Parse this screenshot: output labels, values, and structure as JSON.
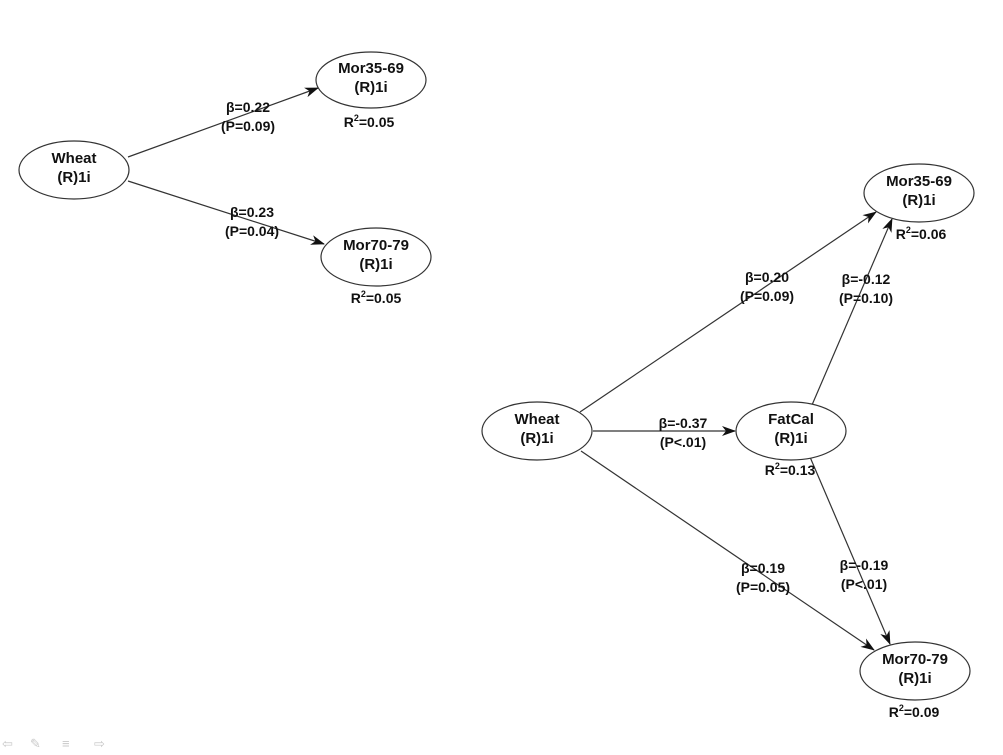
{
  "diagram_a": {
    "nodes": {
      "wheat": {
        "name": "Wheat",
        "code": "(R)1i"
      },
      "mor35": {
        "name": "Mor35-69",
        "code": "(R)1i",
        "r2_label": "R",
        "r2_sup": "2",
        "r2_value": "=0.05"
      },
      "mor70": {
        "name": "Mor70-79",
        "code": "(R)1i",
        "r2_label": "R",
        "r2_sup": "2",
        "r2_value": "=0.05"
      }
    },
    "edges": {
      "wheat_mor35": {
        "beta": "β=0.22",
        "p": "(P=0.09)"
      },
      "wheat_mor70": {
        "beta": "β=0.23",
        "p": "(P=0.04)"
      }
    }
  },
  "diagram_b": {
    "nodes": {
      "wheat": {
        "name": "Wheat",
        "code": "(R)1i"
      },
      "fatcal": {
        "name": "FatCal",
        "code": "(R)1i",
        "r2_label": "R",
        "r2_sup": "2",
        "r2_value": "=0.13"
      },
      "mor35": {
        "name": "Mor35-69",
        "code": "(R)1i",
        "r2_label": "R",
        "r2_sup": "2",
        "r2_value": "=0.06"
      },
      "mor70": {
        "name": "Mor70-79",
        "code": "(R)1i",
        "r2_label": "R",
        "r2_sup": "2",
        "r2_value": "=0.09"
      }
    },
    "edges": {
      "wheat_mor35": {
        "beta": "β=0.20",
        "p": "(P=0.09)"
      },
      "wheat_fatcal": {
        "beta": "β=-0.37",
        "p": "(P<.01)"
      },
      "wheat_mor70": {
        "beta": "β=0.19",
        "p": "(P=0.05)"
      },
      "fatcal_mor35": {
        "beta": "β=-0.12",
        "p": "(P=0.10)"
      },
      "fatcal_mor70": {
        "beta": "β=-0.19",
        "p": "(P<.01)"
      }
    }
  },
  "slideshow_controls": {
    "prev": "⇦",
    "pen": "✎",
    "menu": "≡",
    "next": "⇨"
  }
}
